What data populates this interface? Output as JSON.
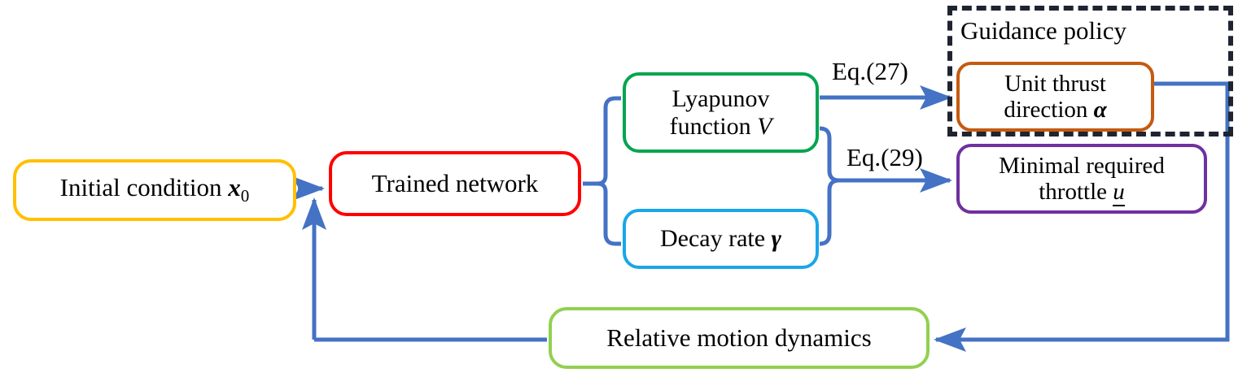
{
  "diagram": {
    "title": "Guidance policy flow diagram",
    "background": "#ffffff",
    "wire_color": "#4472C4",
    "nodes": {
      "initial_condition": {
        "label": "Initial condition",
        "symbol": "x",
        "subscript": "0",
        "border_color": "#FFC000"
      },
      "trained_network": {
        "label": "Trained network",
        "border_color": "#FF0000"
      },
      "lyapunov_function": {
        "line1": "Lyapunov",
        "line2_prefix": "function ",
        "symbol": "V",
        "border_color": "#00A550"
      },
      "decay_rate": {
        "label_prefix": "Decay rate ",
        "symbol": "γ",
        "border_color": "#18A7E8"
      },
      "unit_thrust_direction": {
        "line1": "Unit thrust",
        "line2_prefix": "direction ",
        "symbol": "α",
        "border_color": "#C55A11"
      },
      "minimal_required_throttle": {
        "line1": "Minimal required",
        "line2_prefix": "throttle  ",
        "symbol": "u",
        "border_color": "#7030A0"
      },
      "relative_motion_dynamics": {
        "label": "Relative motion dynamics",
        "border_color": "#92D050"
      }
    },
    "regions": {
      "guidance_policy": {
        "label": "Guidance policy",
        "border_style": "dashed",
        "border_color": "#1F2430"
      }
    },
    "edge_labels": {
      "eq27": "Eq.(27)",
      "eq29": "Eq.(29)"
    }
  }
}
